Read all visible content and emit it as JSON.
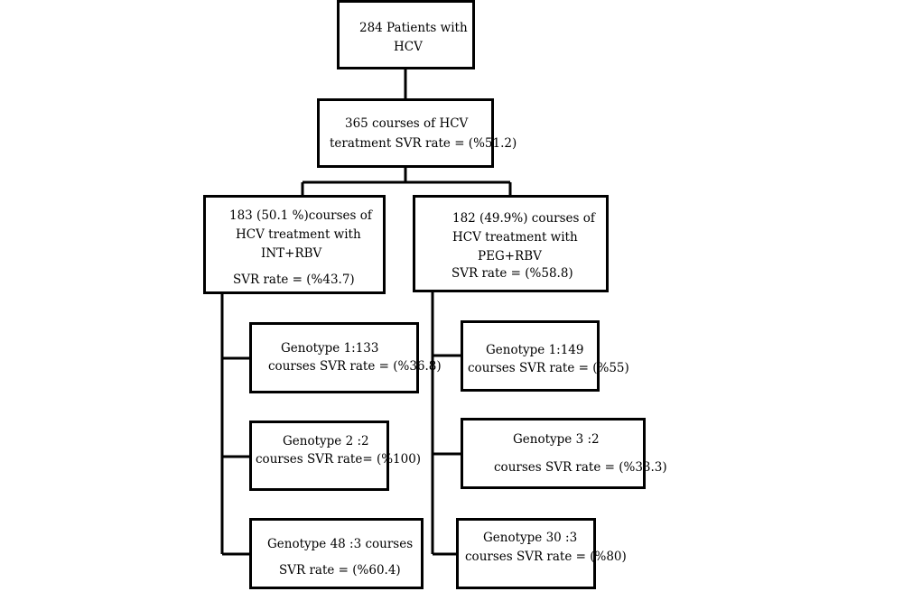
{
  "nodes": {
    "root": {
      "lines": [
        "284 Patients with",
        "HCV"
      ]
    },
    "courses": {
      "lines": [
        "365 courses of HCV",
        "teratment SVR  rate =  (%51.2)"
      ]
    },
    "int_rbv": {
      "lines": [
        "183 (50.1 %)courses of",
        "HCV treatment with",
        "INT+RBV",
        "SVR rate = (%43.7)"
      ]
    },
    "peg_rbv": {
      "lines": [
        "182 (49.9%)  courses of",
        "HCV treatment with",
        "PEG+RBV",
        "SVR rate = (%58.8)"
      ]
    },
    "int_g1": {
      "lines": [
        "Genotype 1:133",
        "courses SVR rate = (%36.8)"
      ]
    },
    "int_g2": {
      "lines": [
        "Genotype 2 :2",
        "courses SVR rate= (%100)"
      ]
    },
    "int_g3": {
      "lines": [
        "Genotype 48 :3 courses",
        "SVR rate = (%60.4)"
      ]
    },
    "peg_g1": {
      "lines": [
        "Genotype 1:149",
        "courses SVR rate = (%55)"
      ]
    },
    "peg_g2": {
      "lines": [
        "Genotype 3 :2",
        "courses SVR rate  =  (%33.3)"
      ]
    },
    "peg_g3": {
      "lines": [
        "Genotype 30 :3",
        "courses SVR rate = (%80)"
      ]
    }
  }
}
